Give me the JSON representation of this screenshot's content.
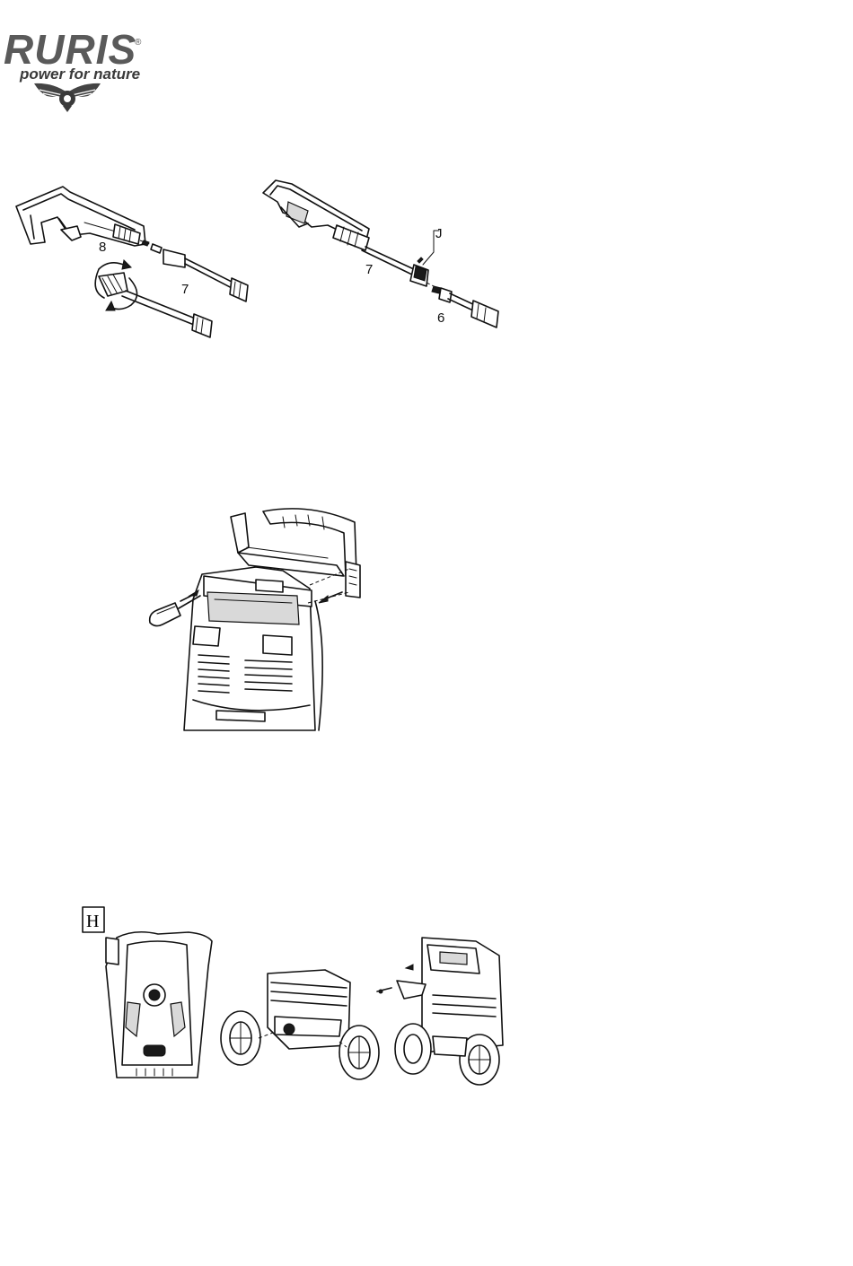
{
  "logo": {
    "brand": "RURIS",
    "registered_mark": "®",
    "tagline": "power for nature"
  },
  "figure_1": {
    "callouts": [
      "8",
      "7"
    ]
  },
  "figure_2": {
    "callouts": [
      "J",
      "7",
      "6"
    ]
  },
  "figure_4": {
    "corner_mark": "H"
  },
  "colors": {
    "ink": "#111111",
    "logo_gray": "#5a5a5a"
  }
}
